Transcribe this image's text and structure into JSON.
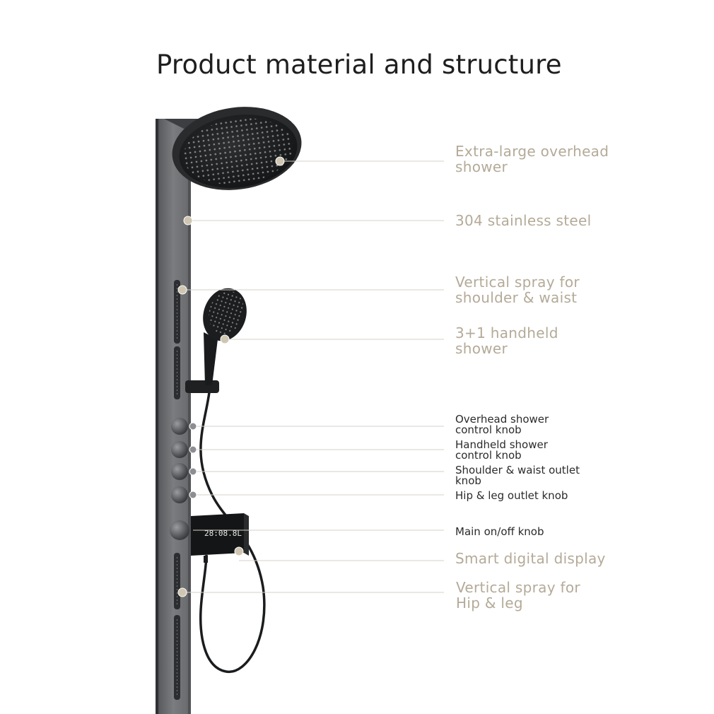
{
  "title": "Product material and structure",
  "display_reading": "28:08.8L",
  "callouts": [
    {
      "id": "overhead-shower",
      "lines": [
        "Extra-large overhead",
        "shower"
      ],
      "style": "big"
    },
    {
      "id": "stainless-steel",
      "lines": [
        "304 stainless steel"
      ],
      "style": "big"
    },
    {
      "id": "vertical-spray-shoulder",
      "lines": [
        "Vertical spray for",
        "shoulder & waist"
      ],
      "style": "big"
    },
    {
      "id": "handheld-shower",
      "lines": [
        "3+1 handheld",
        "shower"
      ],
      "style": "big"
    },
    {
      "id": "overhead-knob",
      "lines": [
        "Overhead shower",
        "control knob"
      ],
      "style": "small"
    },
    {
      "id": "handheld-knob",
      "lines": [
        "Handheld shower",
        "control knob"
      ],
      "style": "small"
    },
    {
      "id": "shoulder-knob",
      "lines": [
        "Shoulder & waist outlet",
        "knob"
      ],
      "style": "small"
    },
    {
      "id": "hip-knob",
      "lines": [
        "Hip & leg outlet knob"
      ],
      "style": "small"
    },
    {
      "id": "main-knob",
      "lines": [
        "Main on/off knob"
      ],
      "style": "small"
    },
    {
      "id": "digital-display",
      "lines": [
        "Smart digital display"
      ],
      "style": "big"
    },
    {
      "id": "vertical-spray-hip",
      "lines": [
        "Vertical spray for",
        "Hip & leg"
      ],
      "style": "big"
    }
  ],
  "colors": {
    "panel": "#6f7174",
    "panel_edge": "#3d3f42",
    "accent_text": "#b4aa98",
    "dot": "#cfc6b2"
  }
}
